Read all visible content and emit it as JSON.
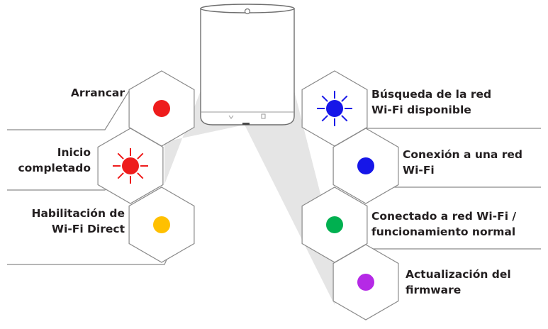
{
  "colors": {
    "red": "#ee1c1c",
    "blue": "#1616e8",
    "green": "#00b050",
    "yellow": "#ffc000",
    "purple": "#b529e6",
    "line": "#8a8a8a",
    "projection": "#e3e3e3",
    "text": "#231f20"
  },
  "icons": {
    "device": "router-tower-icon",
    "wifi": "wifi-icon",
    "reset": "reset-button-icon"
  },
  "states": [
    {
      "id": "boot",
      "label_lines": [
        "Arrancar"
      ],
      "color": "red",
      "pattern": "solid"
    },
    {
      "id": "boot-complete",
      "label_lines": [
        "Inicio",
        "completado"
      ],
      "color": "red",
      "pattern": "blinking"
    },
    {
      "id": "wifi-direct",
      "label_lines": [
        "Habilitación de",
        "Wi-Fi Direct"
      ],
      "color": "yellow",
      "pattern": "solid"
    },
    {
      "id": "searching",
      "label_lines": [
        "Búsqueda de la red",
        "Wi-Fi disponible"
      ],
      "color": "blue",
      "pattern": "blinking"
    },
    {
      "id": "connecting",
      "label_lines": [
        "Conexión a una red",
        "Wi-Fi"
      ],
      "color": "blue",
      "pattern": "solid"
    },
    {
      "id": "connected",
      "label_lines": [
        "Conectado a red Wi-Fi /",
        "funcionamiento normal"
      ],
      "color": "green",
      "pattern": "solid"
    },
    {
      "id": "firmware",
      "label_lines": [
        "Actualización del",
        "firmware"
      ],
      "color": "purple",
      "pattern": "solid"
    }
  ]
}
